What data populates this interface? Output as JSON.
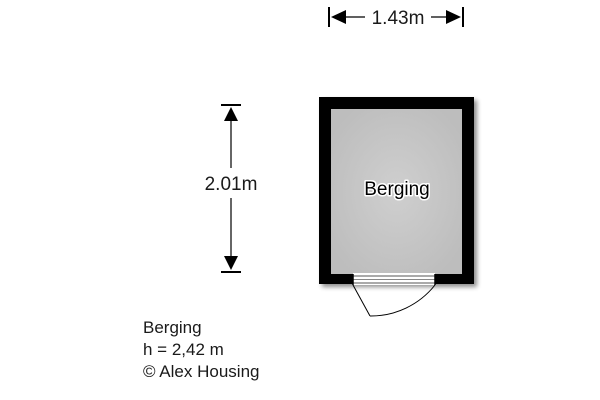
{
  "dimensions": {
    "width_label": "1.43m",
    "height_label": "2.01m"
  },
  "room": {
    "name": "Berging"
  },
  "info": {
    "room_name": "Berging",
    "ceiling_height": "h = 2,42 m",
    "copyright": "© Alex Housing"
  },
  "colors": {
    "wall": "#000000",
    "floor": "#c8c8c8",
    "text": "#1a1a1a"
  }
}
